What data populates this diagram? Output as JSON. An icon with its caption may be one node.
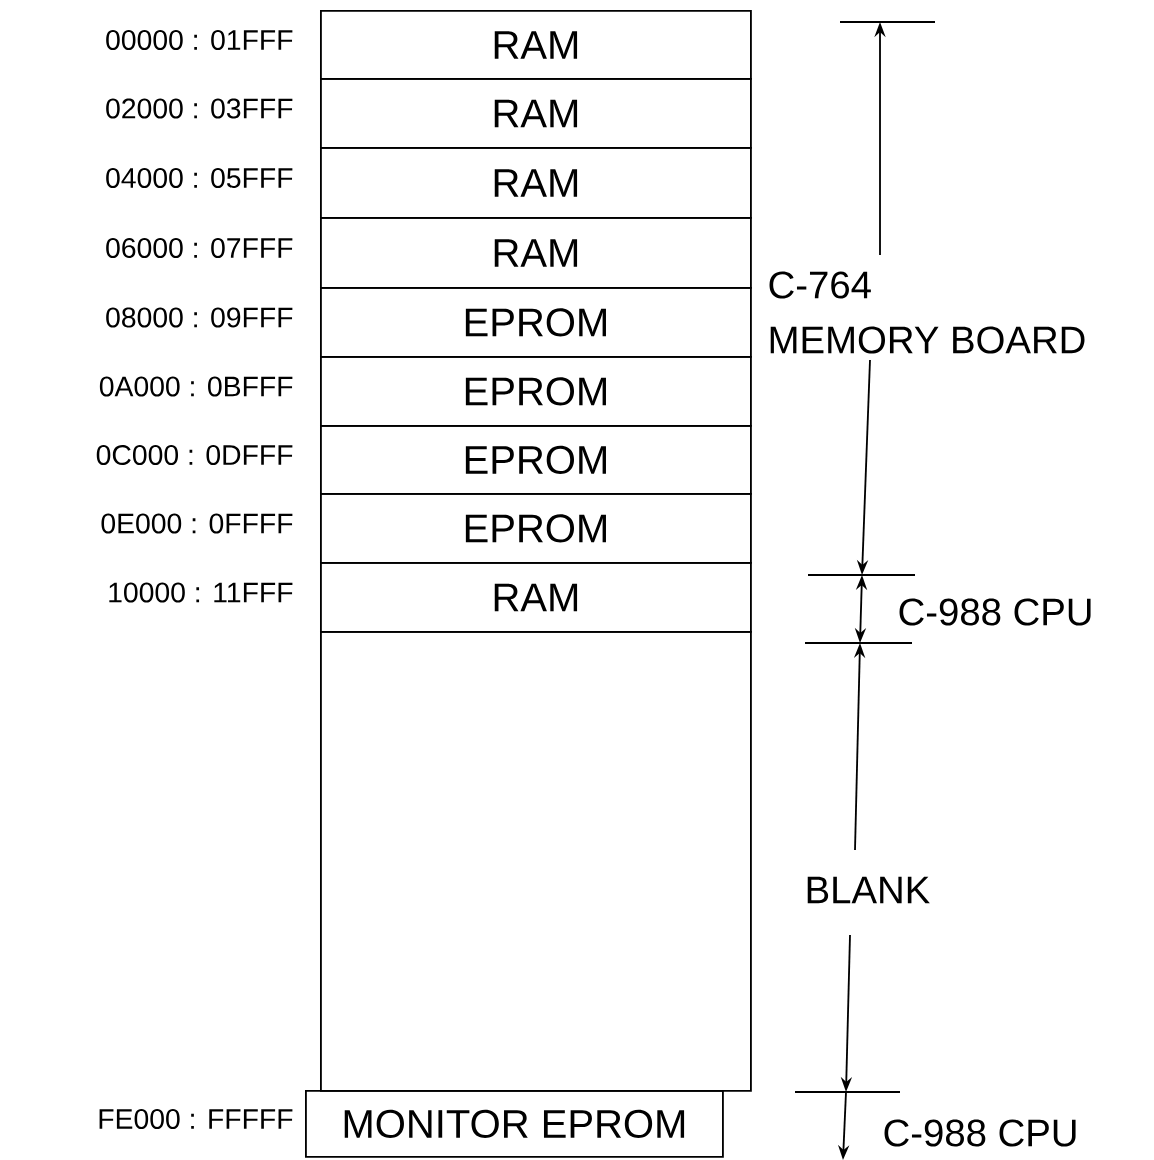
{
  "diagram": {
    "nodes": [
      {
        "text": [
          "RAM"
        ],
        "beside": [
          "00000 : 01FFF"
        ]
      },
      {
        "text": [
          "RAM"
        ],
        "beside": [
          "02000 : 03FFF"
        ]
      },
      {
        "text": [
          "RAM"
        ],
        "beside": [
          "04000 : 05FFF"
        ]
      },
      {
        "text": [
          "RAM"
        ],
        "beside": [
          "06000 : 07FFF"
        ]
      },
      {
        "text": [
          "EPROM"
        ],
        "beside": [
          "08000 : 09FFF"
        ]
      },
      {
        "text": [
          "EPROM"
        ],
        "beside": [
          "0A000 : 0BFFF"
        ]
      },
      {
        "text": [
          "EPROM"
        ],
        "beside": [
          "0C000 : 0DFFF"
        ]
      },
      {
        "text": [
          "EPROM"
        ],
        "beside": [
          "0E000 : 0FFFF"
        ]
      },
      {
        "text": [
          "RAM"
        ],
        "beside": [
          "10000 : 11FFF"
        ]
      },
      {
        "text": [],
        "shape": "box"
      },
      {
        "text": [
          "MONITOR EPROM"
        ],
        "beside": [
          "FE000 : FFFFF"
        ]
      }
    ],
    "edges": [],
    "labels": [
      "C-764",
      "MEMORY BOARD",
      "C-988 CPU",
      "BLANK",
      "C-988 CPU"
    ]
  }
}
